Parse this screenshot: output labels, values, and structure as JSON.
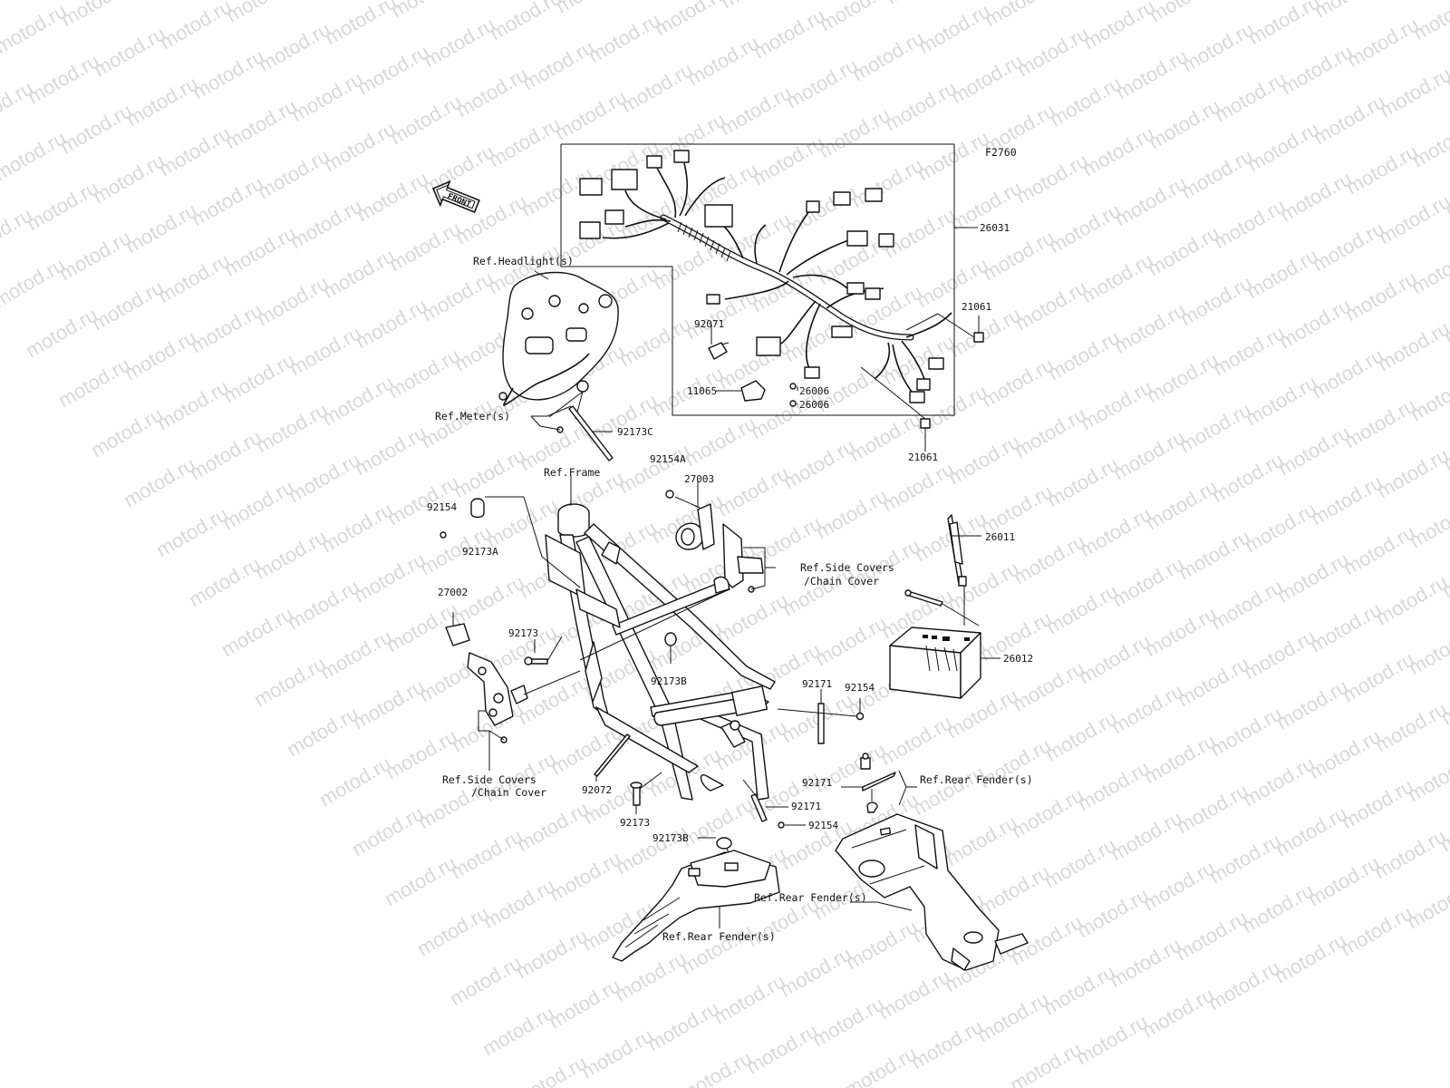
{
  "diagram": {
    "figure_code": "F2760",
    "watermark": "motod.ru",
    "front_arrow": "FRONT",
    "part_numbers": {
      "p26031": "26031",
      "p21061_top": "21061",
      "p21061_bottom": "21061",
      "p92071": "92071",
      "p11065": "11065",
      "p26006_a": "26006",
      "p26006_b": "26006",
      "p92173C": "92173C",
      "p92154A": "92154A",
      "p27003": "27003",
      "p92154_left": "92154",
      "p92173A": "92173A",
      "p27002": "27002",
      "p92173_left": "92173",
      "p92173B_mid": "92173B",
      "p26011": "26011",
      "p26012": "26012",
      "p92171_top": "92171",
      "p92154_right": "92154",
      "p92072": "92072",
      "p92173_bottom": "92173",
      "p92171_mid": "92171",
      "p92171_low": "92171",
      "p92154_low": "92154",
      "p92173B_low": "92173B"
    },
    "references": {
      "headlight": "Ref.Headlight(s)",
      "meter": "Ref.Meter(s)",
      "frame": "Ref.Frame",
      "side_covers_right_1": "Ref.Side Covers",
      "side_covers_right_2": "/Chain Cover",
      "side_covers_left_1": "Ref.Side Covers",
      "side_covers_left_2": "/Chain Cover",
      "rear_fender_right": "Ref.Rear Fender(s)",
      "rear_fender_mid": "Ref.Rear Fender(s)",
      "rear_fender_low": "Ref.Rear Fender(s)"
    }
  }
}
